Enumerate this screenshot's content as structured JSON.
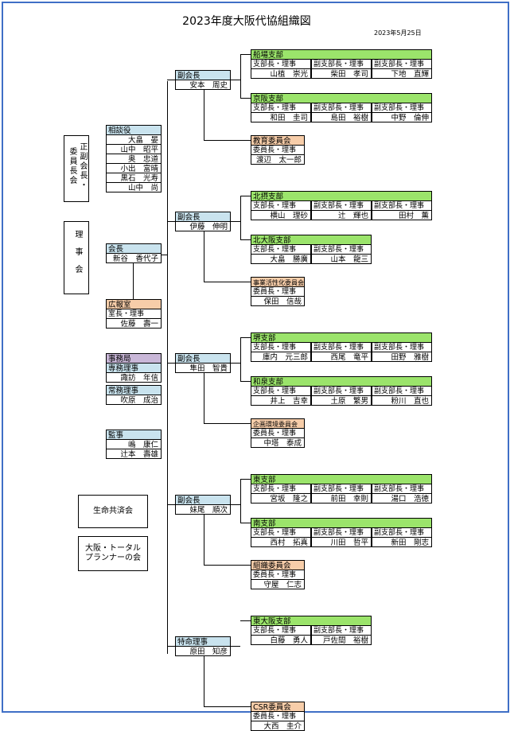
{
  "title": "2023年度大阪代協組織図",
  "date": "2023年5月25日",
  "left": {
    "vertical_top": [
      "正副会長・",
      "委員長会"
    ],
    "rijikai": "理事会",
    "soudan": {
      "header": "相談役",
      "names": [
        "大畠　晏",
        "山中　昭平",
        "奥　忠道",
        "小出　富晴",
        "黒石　光寿",
        "山中　尚"
      ]
    },
    "kaichou": {
      "header": "会長",
      "name": "新谷　香代子"
    },
    "kouhou": {
      "header": "広報室",
      "role": "室長・理事",
      "name": "佐藤　壽一"
    },
    "jimukyoku": {
      "header": "事務局",
      "sub1": "専務理事",
      "name1": "諏訪　年信",
      "sub2": "常務理事",
      "name2": "吹原　成治"
    },
    "kanji": {
      "header": "監事",
      "names": [
        "嶋　康仁",
        "辻本　壽雄"
      ]
    },
    "seimei": "生命共済会",
    "total_l1": "大阪・トータル",
    "total_l2": "プランナーの会"
  },
  "groups": [
    {
      "vp": {
        "header": "副会長",
        "name": "安本　周史"
      },
      "branches": [
        {
          "name": "船場支部",
          "roles": [
            "支部長・理事",
            "副支部長・理事",
            "副支部長・理事"
          ],
          "people": [
            "山植　崇光",
            "柴田　孝司",
            "下地　直輝"
          ]
        },
        {
          "name": "京阪支部",
          "roles": [
            "支部長・理事",
            "副支部長・理事",
            "副支部長・理事"
          ],
          "people": [
            "和田　圭司",
            "島田　裕樹",
            "中野　倫伸"
          ]
        }
      ],
      "committee": {
        "name": "教育委員会",
        "role": "委員長・理事",
        "person": "渡辺　太一郎"
      }
    },
    {
      "vp": {
        "header": "副会長",
        "name": "伊藤　伸明"
      },
      "branches": [
        {
          "name": "北摂支部",
          "roles": [
            "支部長・理事",
            "副支部長・理事",
            "副支部長・理事"
          ],
          "people": [
            "横山　理砂",
            "辻　輝也",
            "田村　薫"
          ]
        },
        {
          "name": "北大阪支部",
          "roles": [
            "支部長・理事",
            "副支部長・理事"
          ],
          "people": [
            "大畠　勝廣",
            "山本　龍三"
          ]
        }
      ],
      "committee": {
        "name": "事業活性化委員会",
        "role": "委員長・理事",
        "person": "保田　信哉"
      }
    },
    {
      "vp": {
        "header": "副会長",
        "name": "隼田　智貴"
      },
      "branches": [
        {
          "name": "堺支部",
          "roles": [
            "支部長・理事",
            "副支部長・理事",
            "副支部長・理事"
          ],
          "people": [
            "庫内　元三郎",
            "西尾　竜平",
            "田野　雅樹"
          ]
        },
        {
          "name": "和泉支部",
          "roles": [
            "支部長・理事",
            "副支部長・理事",
            "副支部長・理事"
          ],
          "people": [
            "井上　吉幸",
            "土原　繁男",
            "粉川　直也"
          ]
        }
      ],
      "committee": {
        "name": "企画環境委員会",
        "role": "委員長・理事",
        "person": "中塔　泰成"
      }
    },
    {
      "vp": {
        "header": "副会長",
        "name": "妹尾　順次"
      },
      "branches": [
        {
          "name": "東支部",
          "roles": [
            "支部長・理事",
            "副支部長・理事",
            "副支部長・理事"
          ],
          "people": [
            "宮坂　隆之",
            "前田　幸則",
            "湯口　浩徳"
          ]
        },
        {
          "name": "南支部",
          "roles": [
            "支部長・理事",
            "副支部長・理事",
            "副支部長・理事"
          ],
          "people": [
            "西村　拓真",
            "川田　哲平",
            "新田　剛志"
          ]
        }
      ],
      "committee": {
        "name": "組織委員会",
        "role": "委員長・理事",
        "person": "守屋　仁志"
      }
    },
    {
      "vp": {
        "header": "特命理事",
        "name": "原田　知彦"
      },
      "branches": [
        {
          "name": "東大阪支部",
          "roles": [
            "支部長・理事",
            "副支部長・理事"
          ],
          "people": [
            "白藤　勇人",
            "戸佐間　裕樹"
          ]
        }
      ],
      "committee": {
        "name": "CSR委員会",
        "role": "委員長・理事",
        "person": "大西　圭介"
      }
    }
  ]
}
